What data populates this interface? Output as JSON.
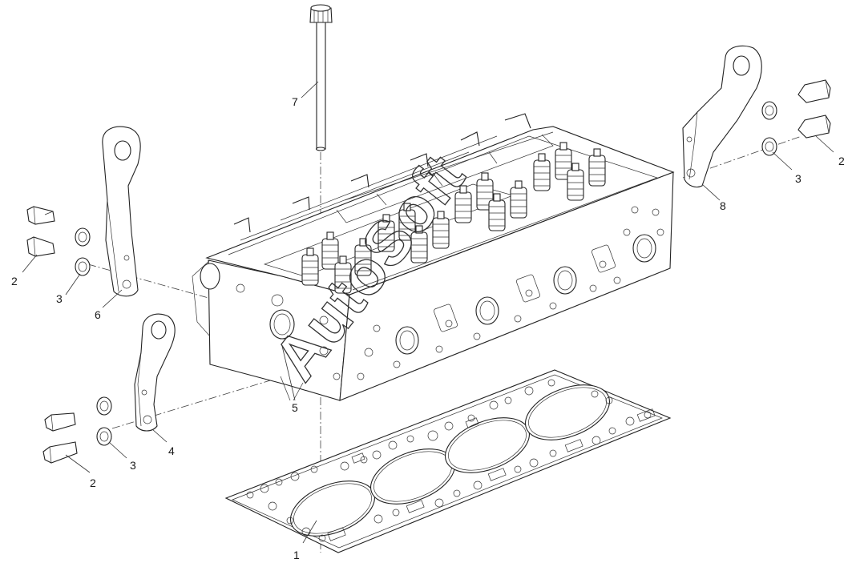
{
  "callouts": {
    "c1": "1",
    "c2a": "2",
    "c2b": "2",
    "c2c": "2",
    "c3a": "3",
    "c3b": "3",
    "c3c": "3",
    "c4": "4",
    "c5": "5",
    "c6": "6",
    "c7": "7",
    "c8": "8"
  },
  "watermark": "AutoSoft"
}
